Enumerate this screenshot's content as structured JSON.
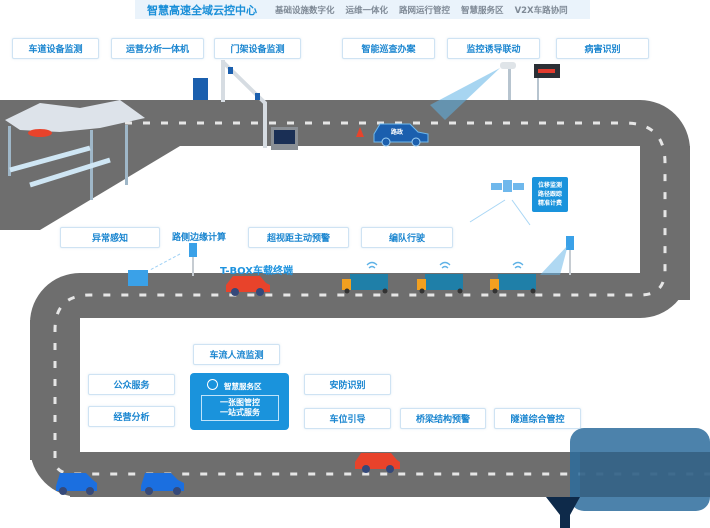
{
  "header": {
    "title": "智慧高速全域云控中心",
    "nav": [
      "基础设施数字化",
      "运维一体化",
      "路网运行管控",
      "智慧服务区",
      "V2X车路协同"
    ]
  },
  "top_labels": [
    "车道设备监测",
    "运营分析一体机",
    "门架设备监测",
    "智能巡查办案",
    "监控诱导联动",
    "病害识别"
  ],
  "middle_labels": {
    "anomaly": "异常感知",
    "edge_computing": "路侧边缘计算",
    "tbox": "T-BOX车载终端",
    "bvr_warning": "超视距主动预警",
    "platoon": "编队行驶"
  },
  "gps_box": [
    "位移监测",
    "路径跟踪",
    "精准计费"
  ],
  "police_car_label": "路政",
  "service_area": {
    "traffic_monitor": "车流人流监测",
    "public_service": "公众服务",
    "business_analysis": "经营分析",
    "hub_title": "智慧服务区",
    "hub_lines": [
      "一张图管控",
      "一站式服务"
    ],
    "security": "安防识别",
    "parking": "车位引导",
    "bridge": "桥梁结构预警",
    "tunnel": "隧道综合管控"
  },
  "colors": {
    "accent": "#1a93dc",
    "road": "#6e6e6e",
    "label_text": "#1b86d0",
    "red_car": "#e8432b",
    "blue_car": "#1b6fe0",
    "truck": "#1f7fa8",
    "tunnel": "#2d6c9c"
  }
}
